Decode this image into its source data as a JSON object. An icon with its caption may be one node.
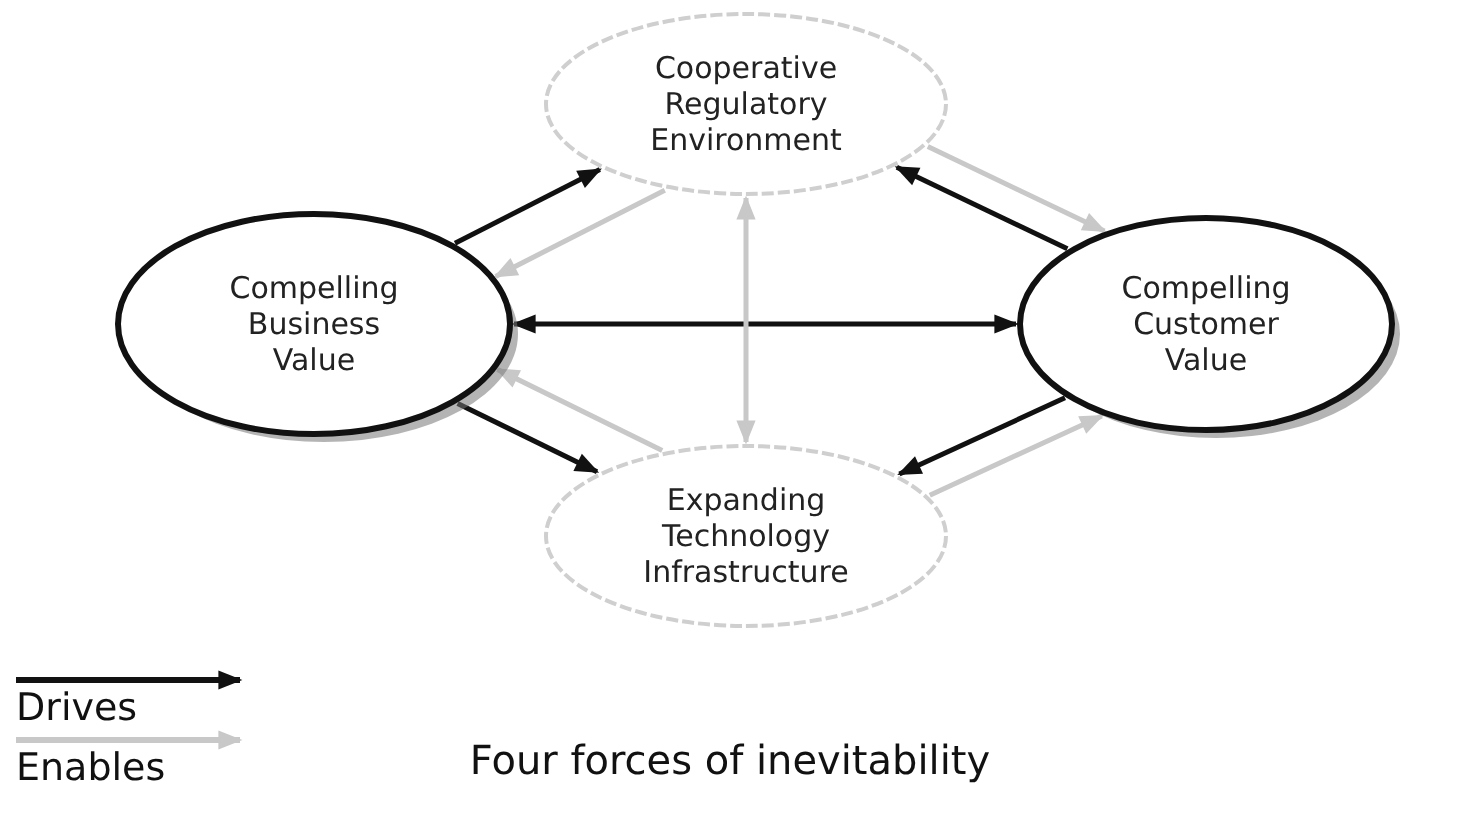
{
  "diagram": {
    "caption": "Four forces of inevitability",
    "nodes": [
      {
        "text": [
          "Cooperative Regulatory Environment"
        ]
      },
      {
        "text": [
          "Compelling Business Value"
        ]
      },
      {
        "text": [
          "Compelling Customer Value"
        ]
      },
      {
        "text": [
          "Expanding Technology Infrastructure"
        ]
      }
    ],
    "edges": [
      {
        "from": 1,
        "to": 0,
        "arrow": "to"
      },
      {
        "from": 1,
        "to": 3,
        "arrow": "to"
      },
      {
        "from": 1,
        "to": 2,
        "arrow": "both"
      },
      {
        "from": 2,
        "to": 0,
        "arrow": "to"
      },
      {
        "from": 2,
        "to": 3,
        "arrow": "to"
      },
      {
        "from": 0,
        "to": 1,
        "arrow": "to",
        "color": "#c8c8c8"
      },
      {
        "from": 0,
        "to": 2,
        "arrow": "to",
        "color": "#c8c8c8"
      },
      {
        "from": 3,
        "to": 1,
        "arrow": "to",
        "color": "#c8c8c8"
      },
      {
        "from": 3,
        "to": 2,
        "arrow": "to",
        "color": "#c8c8c8"
      },
      {
        "from": 0,
        "to": 3,
        "arrow": "both",
        "color": "#c8c8c8"
      }
    ],
    "legend": [
      {
        "text": "Drives"
      },
      {
        "text": "Enables"
      }
    ]
  }
}
